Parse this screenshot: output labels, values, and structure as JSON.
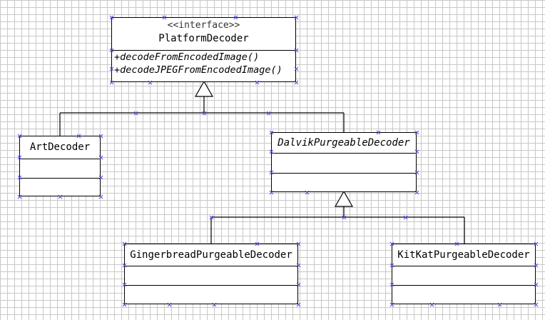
{
  "diagram": {
    "interface": {
      "stereotype": "<<interface>>",
      "name": "PlatformDecoder",
      "operations": [
        "+decodeFromEncodedImage()",
        "+decodeJPEGFromEncodedImage()"
      ]
    },
    "classes": {
      "art": "ArtDecoder",
      "dalvik": "DalvikPurgeableDecoder",
      "gingerbread": "GingerbreadPurgeableDecoder",
      "kitkat": "KitKatPurgeableDecoder"
    },
    "colors": {
      "handle": "#4a4ad8",
      "grid": "#c8c8c8",
      "line": "#000000"
    }
  }
}
